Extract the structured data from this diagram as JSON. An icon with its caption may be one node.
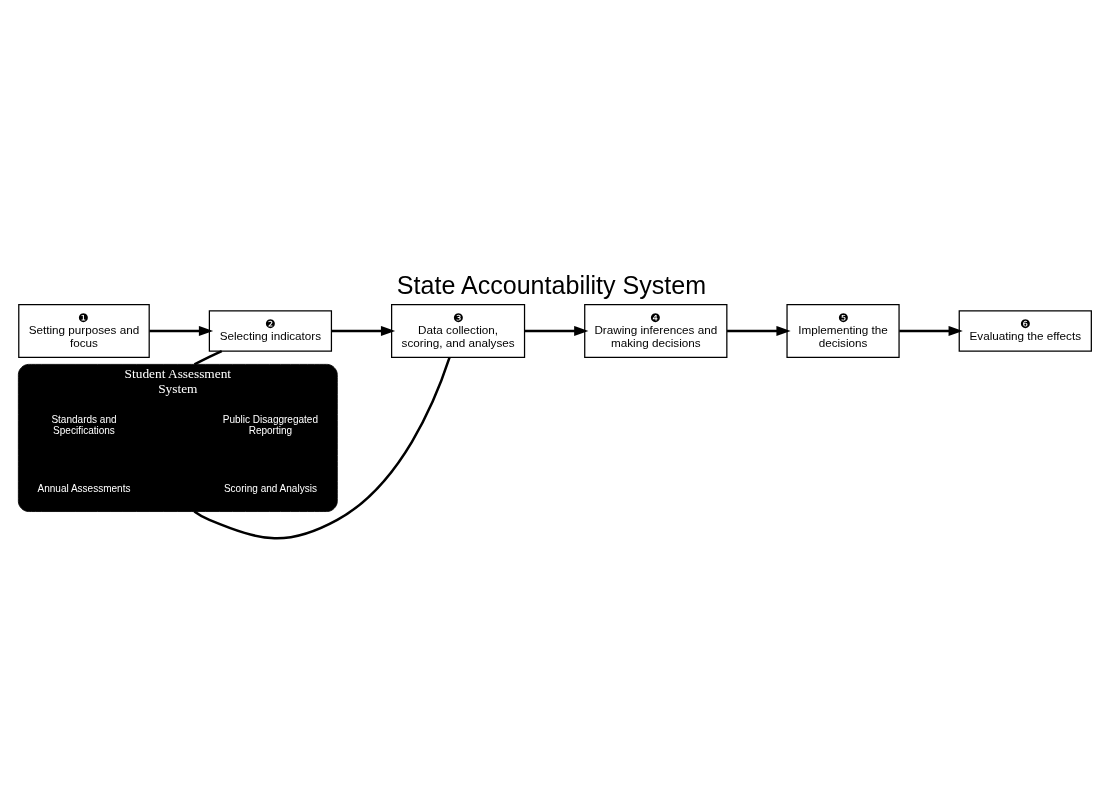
{
  "diagram": {
    "title": "State Accountability System",
    "nodes": [
      {
        "text": [
          "❶",
          "Setting purposes and focus"
        ]
      },
      {
        "text": [
          "❷",
          "Selecting indicators"
        ]
      },
      {
        "text": [
          "❸",
          "Data collection, scoring, and analyses"
        ]
      },
      {
        "text": [
          "❹",
          "Drawing inferences and making decisions"
        ]
      },
      {
        "text": [
          "❺",
          "Implementing the decisions"
        ]
      },
      {
        "text": [
          "❻",
          "Evaluating the effects"
        ]
      },
      {
        "text": [
          "Student Assessment System"
        ]
      },
      {
        "text": [
          "Standards and Specifications"
        ],
        "in": 6
      },
      {
        "text": [
          "Annual Assessments"
        ],
        "in": 6
      },
      {
        "text": [
          "Public Disaggregated Reporting"
        ],
        "in": 6
      },
      {
        "text": [
          "Scoring and Analysis"
        ],
        "in": 6
      }
    ],
    "edges": [
      {
        "from": 0,
        "to": 1,
        "arrow": "to"
      },
      {
        "from": 1,
        "to": 2,
        "arrow": "to"
      },
      {
        "from": 2,
        "to": 3,
        "arrow": "to"
      },
      {
        "from": 3,
        "to": 4,
        "arrow": "to"
      },
      {
        "from": 4,
        "to": 5,
        "arrow": "to"
      },
      {
        "from": 6,
        "to": 1,
        "arrow": "none"
      },
      {
        "from": 6,
        "to": 2,
        "arrow": "none"
      }
    ]
  }
}
